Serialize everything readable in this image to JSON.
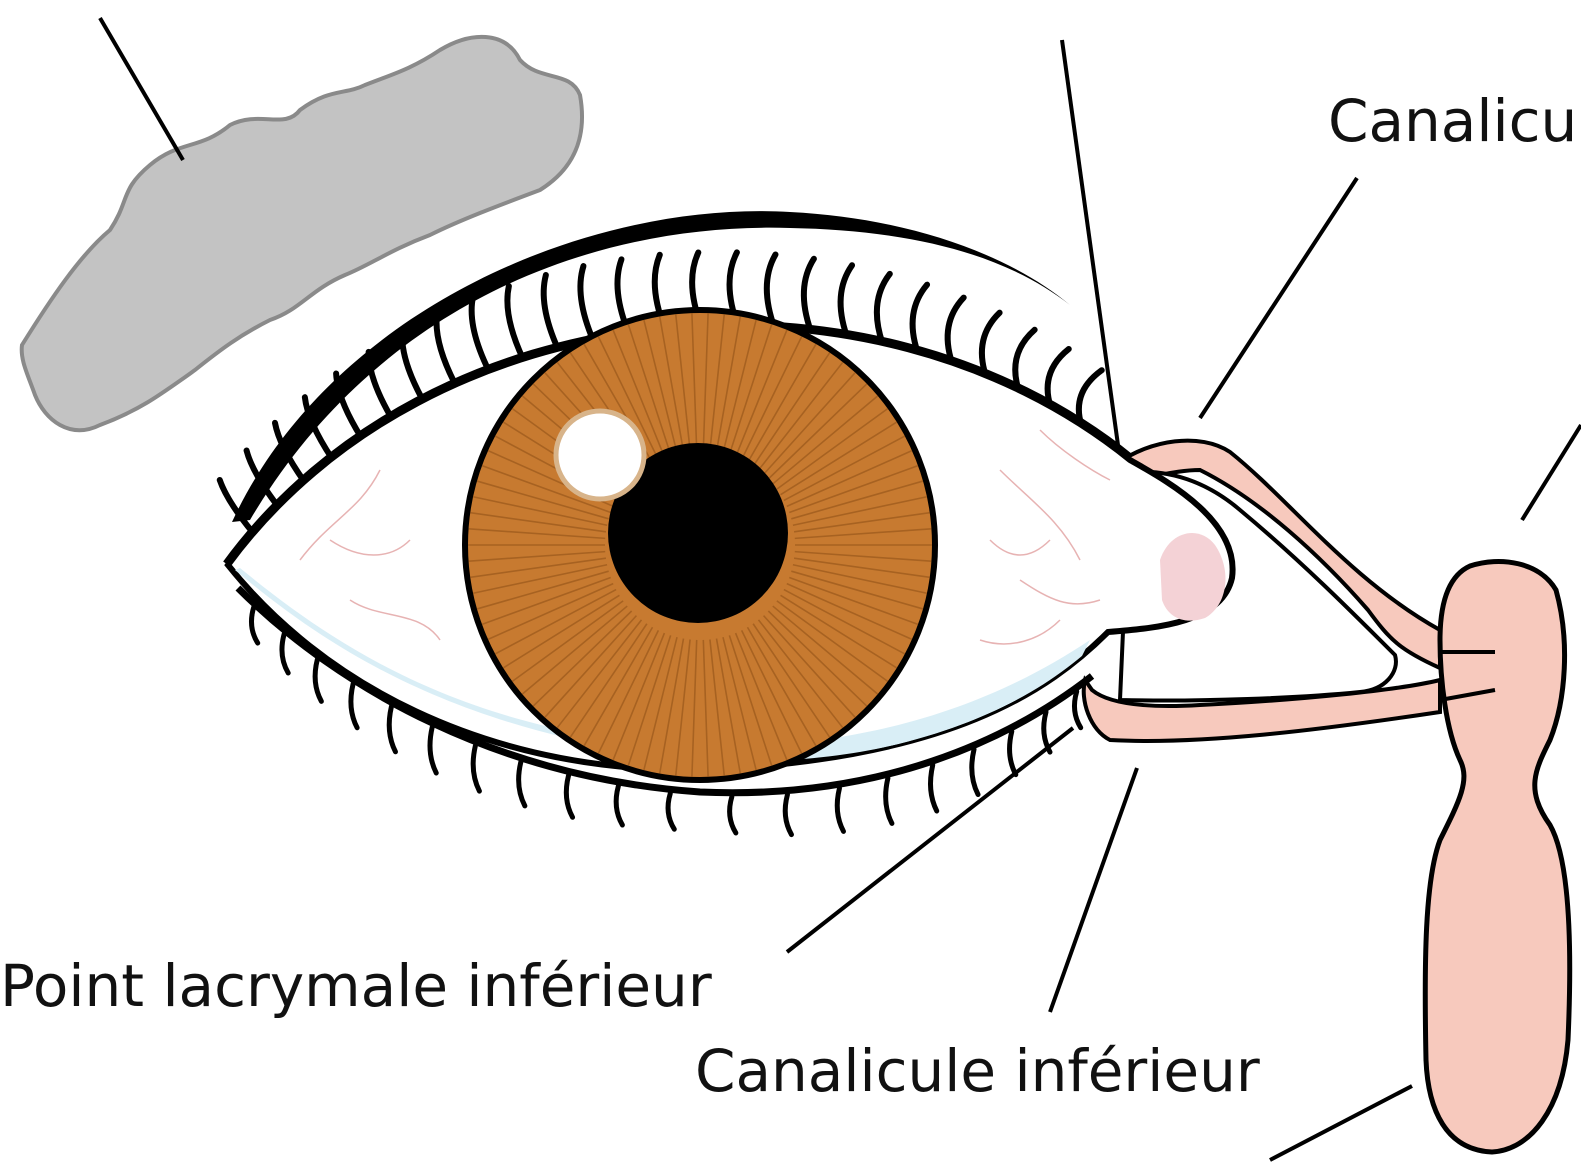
{
  "labels": {
    "canalicule_superieur_partial": "Canalicu",
    "point_lacrymal_inferieur": "Point lacrymale inférieur",
    "canalicule_inferieur": "Canalicule inférieur"
  },
  "colors": {
    "iris": "#c77a30",
    "iris_dark": "#8e4f16",
    "pupil": "#000000",
    "sclera": "#ffffff",
    "tear_film": "#d9eef6",
    "lacrimal_duct": "#f7c9bd",
    "caruncle": "#f4d2d6",
    "lacrimal_gland": "#c3c3c3",
    "outline": "#000000"
  }
}
